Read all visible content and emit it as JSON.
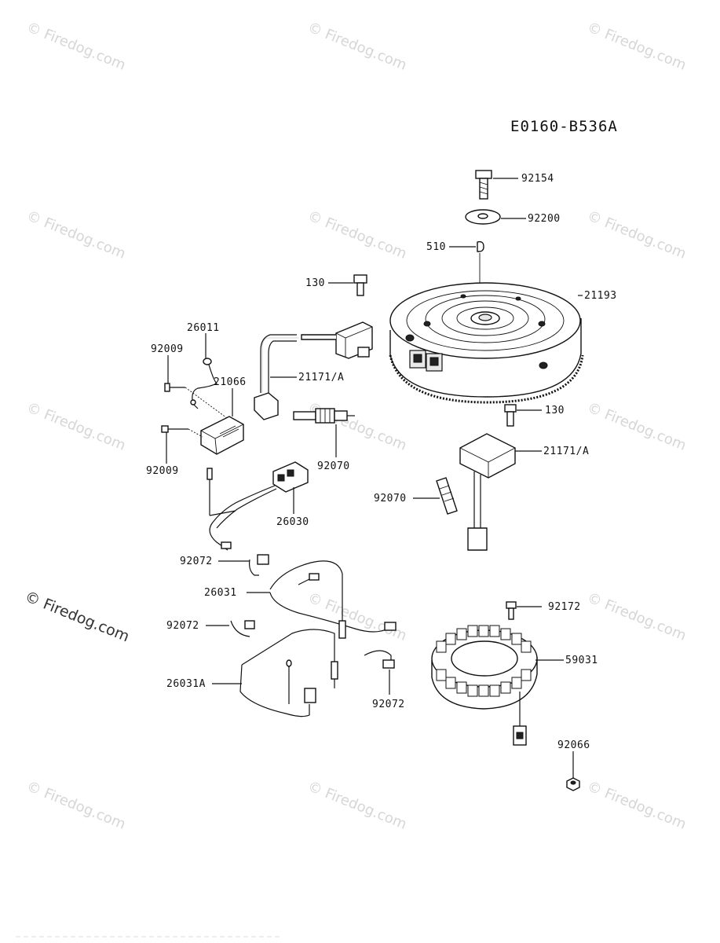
{
  "diagram_code": "E0160-B536A",
  "watermark": {
    "small_text": "© Firedog.com",
    "main_text": "© Firedog.com"
  },
  "part_labels": {
    "p92154": "92154",
    "p92200": "92200",
    "p510": "510",
    "p130_top": "130",
    "p21193": "21193",
    "p26011": "26011",
    "p92009_top": "92009",
    "p21171a_top": "21171/A",
    "p21066": "21066",
    "p130_mid": "130",
    "p21171a_mid": "21171/A",
    "p92009_bottom": "92009",
    "p92070_top": "92070",
    "p92070_mid": "92070",
    "p26030": "26030",
    "p92072_top": "92072",
    "p26031": "26031",
    "p92172": "92172",
    "p92072_mid": "92072",
    "p59031": "59031",
    "p26031a": "26031A",
    "p92072_bottom": "92072",
    "p92066": "92066"
  }
}
